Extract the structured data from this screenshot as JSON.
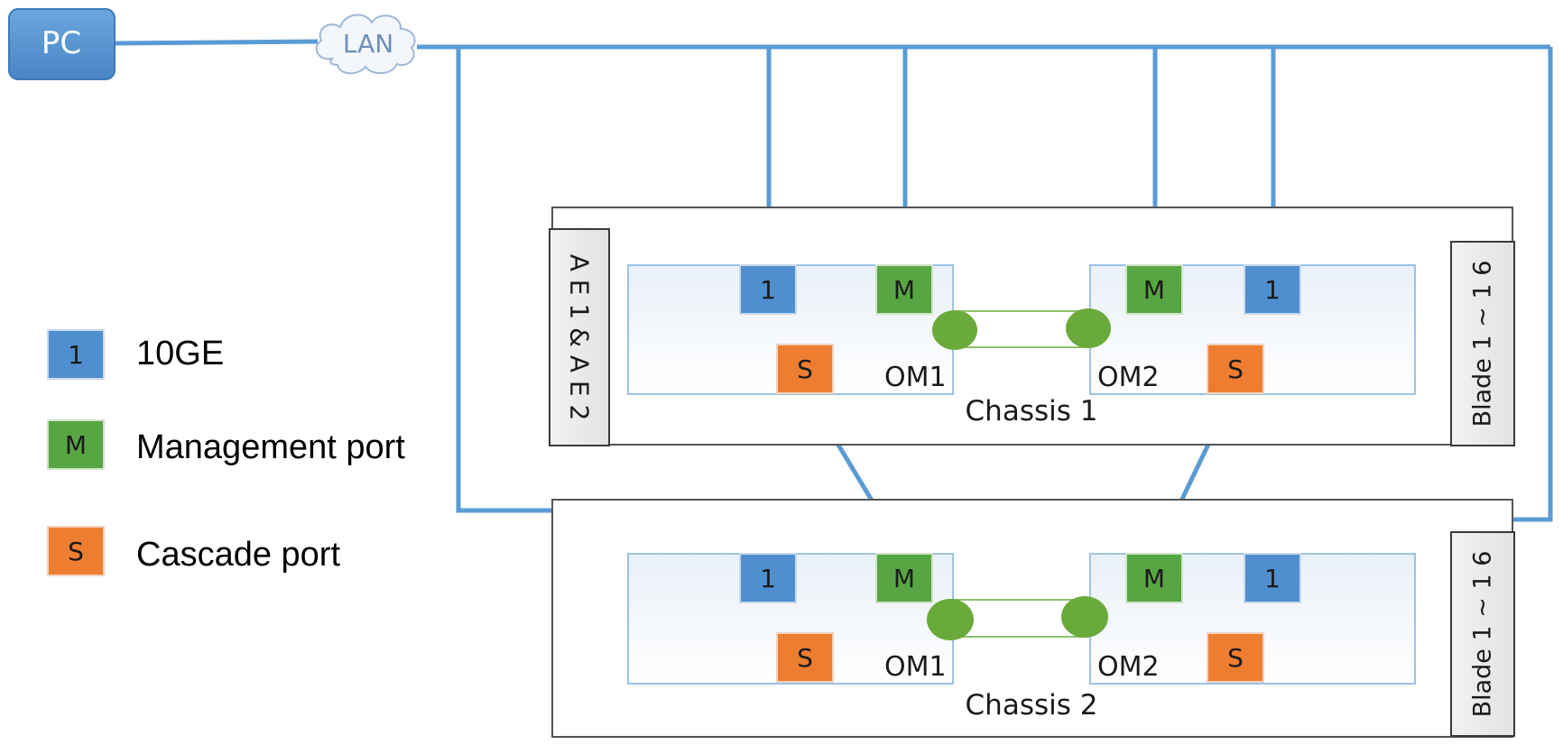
{
  "nodes": {
    "pc": "PC",
    "lan": "LAN"
  },
  "legend": [
    {
      "symbol": "1",
      "label": "10GE",
      "color": "#4f8fcf"
    },
    {
      "symbol": "M",
      "label": "Management port",
      "color": "#58a643"
    },
    {
      "symbol": "S",
      "label": "Cascade port",
      "color": "#ed7d31"
    }
  ],
  "chassis": [
    {
      "label": "Chassis 1",
      "left_slot": "A E 1 & A E 2",
      "right_slot": "Blade 1 ~ 1 6",
      "modules": [
        {
          "label": "OM1",
          "ports": [
            "1",
            "M",
            "S"
          ]
        },
        {
          "label": "OM2",
          "ports": [
            "M",
            "1",
            "S"
          ]
        }
      ]
    },
    {
      "label": "Chassis 2",
      "right_slot": "Blade 1 ~ 1 6",
      "modules": [
        {
          "label": "OM1",
          "ports": [
            "1",
            "M",
            "S"
          ]
        },
        {
          "label": "OM2",
          "ports": [
            "M",
            "1",
            "S"
          ]
        }
      ]
    }
  ],
  "colors": {
    "link": "#5b9bd5",
    "port_10ge": "#4f8fcf",
    "port_mgmt": "#58a643",
    "port_cascade": "#ed7d31",
    "stack_node": "#6aaa3a"
  }
}
